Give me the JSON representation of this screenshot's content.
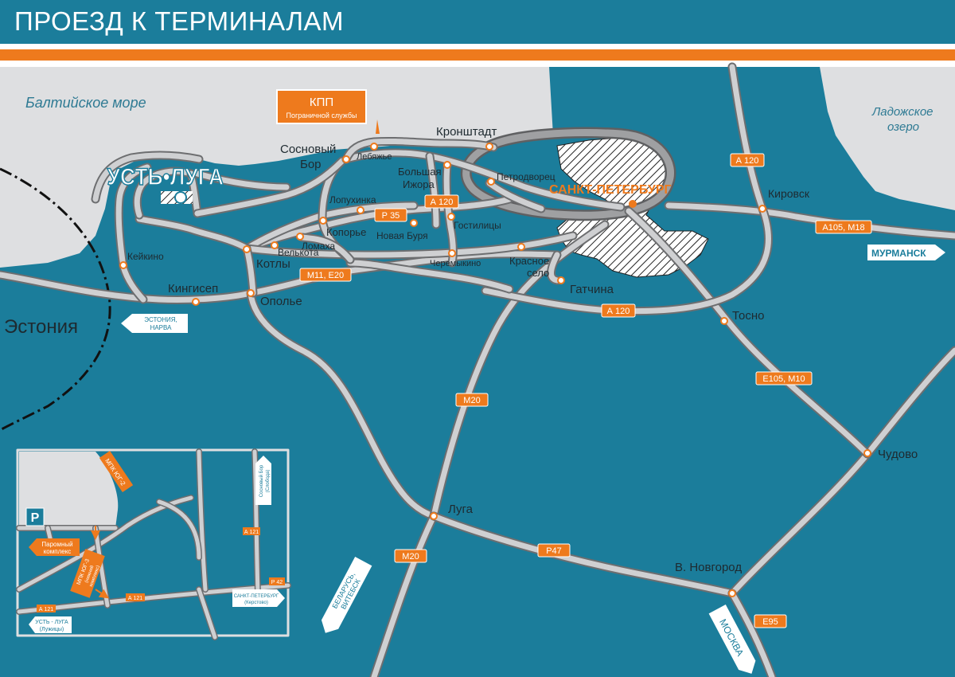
{
  "title": "ПРОЕЗД К ТЕРМИНАЛАМ",
  "colors": {
    "sea": "#1b7d9b",
    "land": "#dedfe1",
    "road": "#cfd0d2",
    "road_edge": "#6d6e70",
    "accent": "#ee7a1d",
    "white": "#ffffff"
  },
  "water": {
    "baltic": "Балтийское море",
    "ladoga_1": "Ладожское",
    "ladoga_2": "озеро"
  },
  "checkpoint": {
    "title": "КПП",
    "subtitle": "Пограничной службы"
  },
  "port_logo": "УСТЬ•ЛУГА",
  "country": "Эстония",
  "places": {
    "sosnovy_bor_1": "Сосновый",
    "sosnovy_bor_2": "Бор",
    "lebyazhye": "Лебяжье",
    "kronshtadt": "Кронштадт",
    "bolshaya_izhora_1": "Большая",
    "bolshaya_izhora_2": "Ижора",
    "petrodvorets": "Петродворец",
    "spb": "САНКТ-ПЕТЕРБУРГ",
    "lopukhinka": "Лопухинка",
    "koporye": "Копорье",
    "novaya_burya": "Новая Буря",
    "gostilitsy": "Гостилицы",
    "velkota": "Велькота",
    "lomakha": "Ломаха",
    "keikino": "Кейкино",
    "kotly": "Котлы",
    "kingisepp": "Кингисеп",
    "opolye": "Ополье",
    "cheremykino": "Черемыкино",
    "krasnoe_selo_1": "Красное",
    "krasnoe_selo_2": "село",
    "gatchina": "Гатчина",
    "tosno": "Тосно",
    "kirovsk": "Кировск",
    "chudovo": "Чудово",
    "luga": "Луга",
    "v_novgorod": "В. Новгород"
  },
  "roads": {
    "a120_north": "А 120",
    "a120_mid": "А 120",
    "a120_south": "А 120",
    "r35": "Р 35",
    "m11_e20": "М11, Е20",
    "a105_m18": "А105, М18",
    "e105_m10": "Е105, М10",
    "m20_upper": "М20",
    "m20_lower": "М20",
    "p47": "Р47",
    "e95": "Е95"
  },
  "directions": {
    "murmansk": "МУРМАНСК",
    "estonia_narva_1": "ЭСТОНИЯ,",
    "estonia_narva_2": "НАРВА",
    "belarus_vitebsk_1": "БЕЛАРУСЬ,",
    "belarus_vitebsk_2": "ВИТЕБСК",
    "moskva": "МОСКВА"
  },
  "inset": {
    "parking": "P",
    "ferry_1": "Паромный",
    "ferry_2": "комплекс",
    "mpk_yug2": "МПК ЮГ-2",
    "mpk_yug3_1": "МПК ЮГ-3",
    "mpk_yug3_2": "(нижний",
    "mpk_yug3_3": "комплекс)",
    "sosnovy_bor_1": "Сосновый Бор",
    "sosnovy_bor_2": "(Слобода)",
    "a121_top": "А 121",
    "a121_mid": "А 121",
    "a121_left": "А 121",
    "p42": "Р 42",
    "spb_1": "САНКТ-ПЕТЕРБУРГ",
    "spb_2": "(Керстово)",
    "ust_luga_1": "УСТЬ - ЛУГА",
    "ust_luga_2": "(Лужицы)"
  }
}
